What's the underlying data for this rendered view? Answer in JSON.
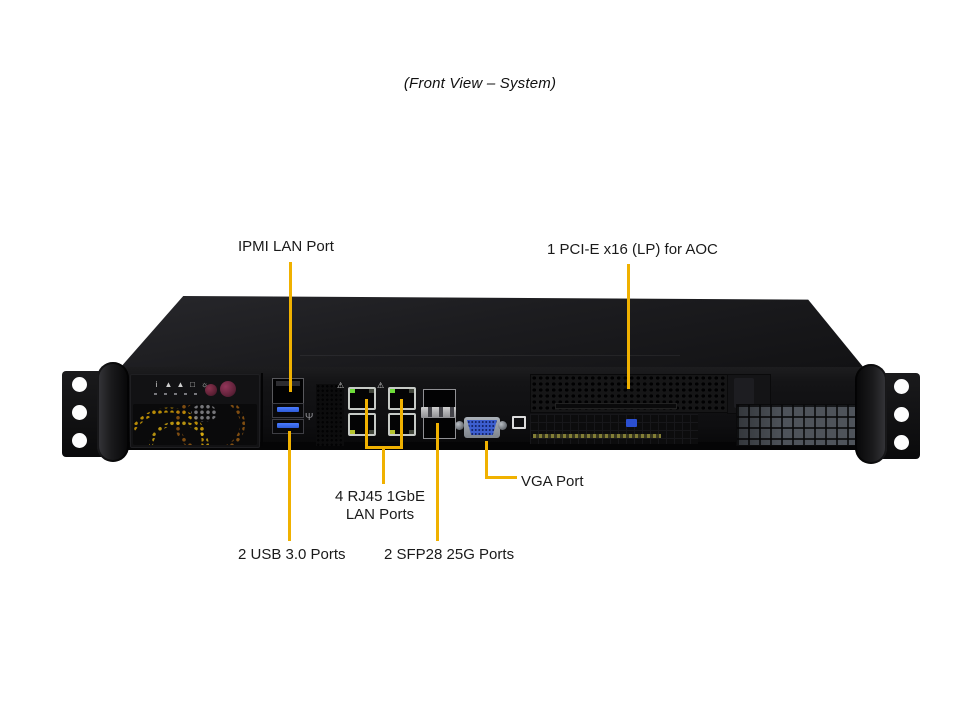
{
  "title": "(Front View – System)",
  "labels": {
    "ipmi": "IPMI LAN Port",
    "pcie": "1 PCI-E x16 (LP) for AOC",
    "rj45_line1": "4 RJ45 1GbE",
    "rj45_line2": "LAN Ports",
    "vga": "VGA Port",
    "usb": "2 USB 3.0 Ports",
    "sfp": "2 SFP28 25G Ports"
  },
  "colors": {
    "background": "#FFFFFF",
    "callout_line": "#F0B100",
    "label_text": "#1A1A1A",
    "usb_blue": "#2E5BD7",
    "vga_blue": "#3D5FD0",
    "rj45_led_green": "#6EDD3A"
  },
  "front_panel_icons": [
    {
      "name": "info-led-icon",
      "glyph": "i"
    },
    {
      "name": "overheat-led-icon",
      "glyph": "▲"
    },
    {
      "name": "nic-led-icon",
      "glyph": "▲"
    },
    {
      "name": "hdd-led-icon",
      "glyph": "□"
    },
    {
      "name": "power-led-icon",
      "glyph": "☼"
    }
  ],
  "symbols": {
    "usb": "Ψ",
    "lan_warning": "⚠"
  }
}
